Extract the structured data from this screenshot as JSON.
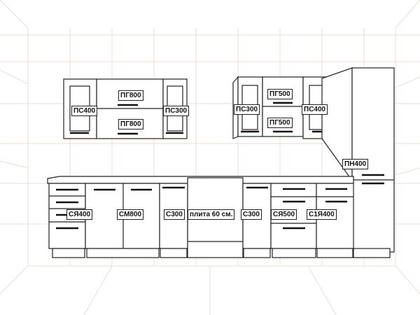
{
  "colors": {
    "grid": "#ecdcd6",
    "line": "#222222",
    "handle": "#111111"
  },
  "upper_left": {
    "left": "ПС400",
    "center_top": "ПГ800",
    "center_bottom": "ПГ800",
    "right": "ПС300"
  },
  "upper_right": {
    "left": "ПС300",
    "center_top": "ПГ500",
    "center_bottom": "ПГ500",
    "right": "ПС400"
  },
  "tall": {
    "label": "ПН400"
  },
  "base": {
    "items": [
      "СЯ400",
      "СМ800",
      "С300",
      "плита 60 см.",
      "С300",
      "СЯ500",
      "С1Я400"
    ]
  }
}
